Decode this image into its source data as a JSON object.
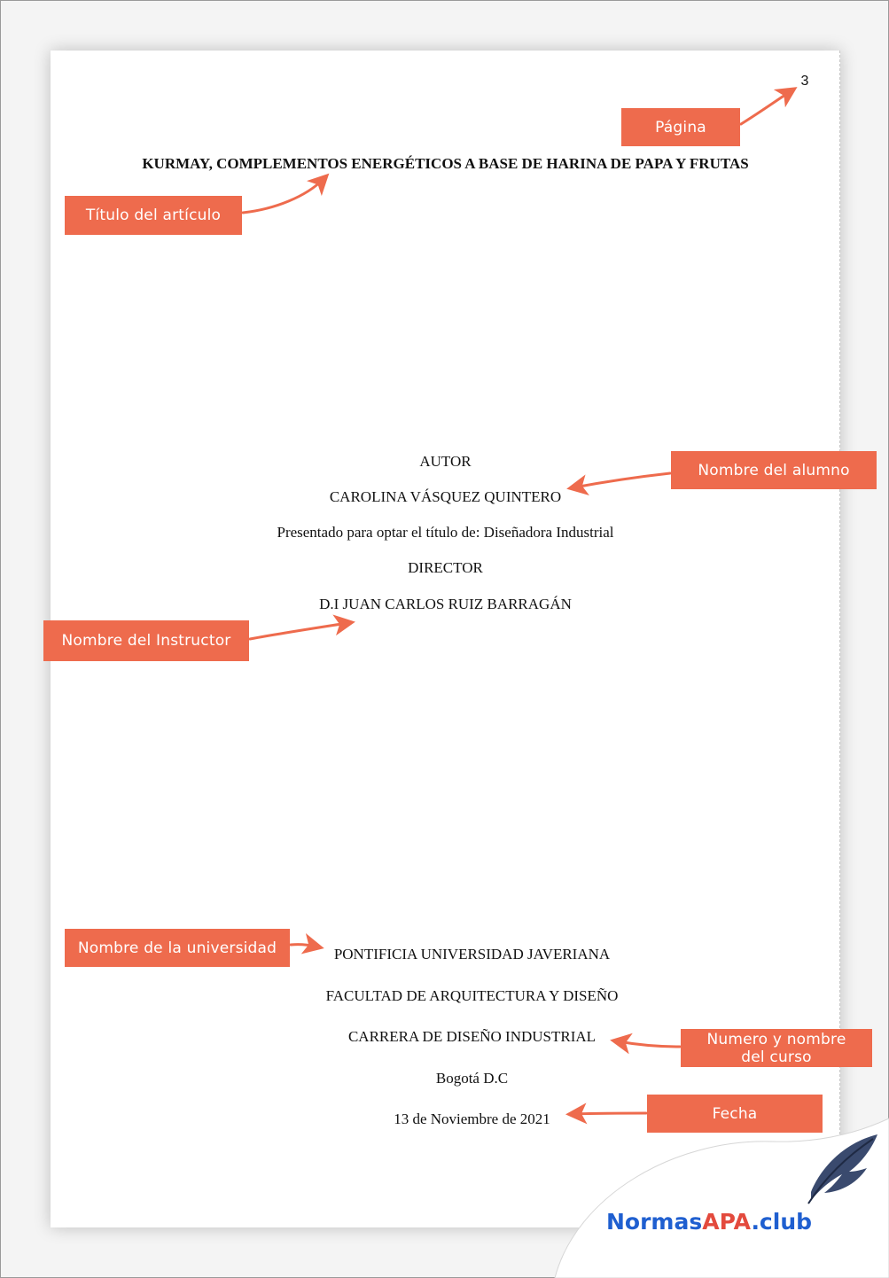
{
  "page_number": "3",
  "document": {
    "title": "KURMAY, COMPLEMENTOS ENERGÉTICOS A BASE DE HARINA DE PAPA Y FRUTAS",
    "author_heading": "AUTOR",
    "author_name": "CAROLINA VÁSQUEZ QUINTERO",
    "presented_for": "Presentado para optar el título de: Diseñadora Industrial",
    "director_heading": "DIRECTOR",
    "director_name": "D.I JUAN CARLOS RUIZ BARRAGÁN",
    "university": "PONTIFICIA UNIVERSIDAD JAVERIANA",
    "faculty": "FACULTAD DE ARQUITECTURA Y DISEÑO",
    "program": "CARRERA DE DISEÑO INDUSTRIAL",
    "city": "Bogotá D.C",
    "date": "13 de Noviembre de 2021"
  },
  "callouts": {
    "page": "Página",
    "title": "Título del artículo",
    "student": "Nombre del alumno",
    "instructor": "Nombre del Instructor",
    "university": "Nombre de la universidad",
    "course": "Numero y nombre\ndel curso",
    "date": "Fecha"
  },
  "colors": {
    "callout": "#ee6b4d",
    "brand_blue": "#1f5fd0",
    "brand_red": "#e34a3d"
  },
  "brand": {
    "part1": "Normas",
    "part2": "APA",
    "part3": ".club",
    "icon": "feather-icon"
  }
}
